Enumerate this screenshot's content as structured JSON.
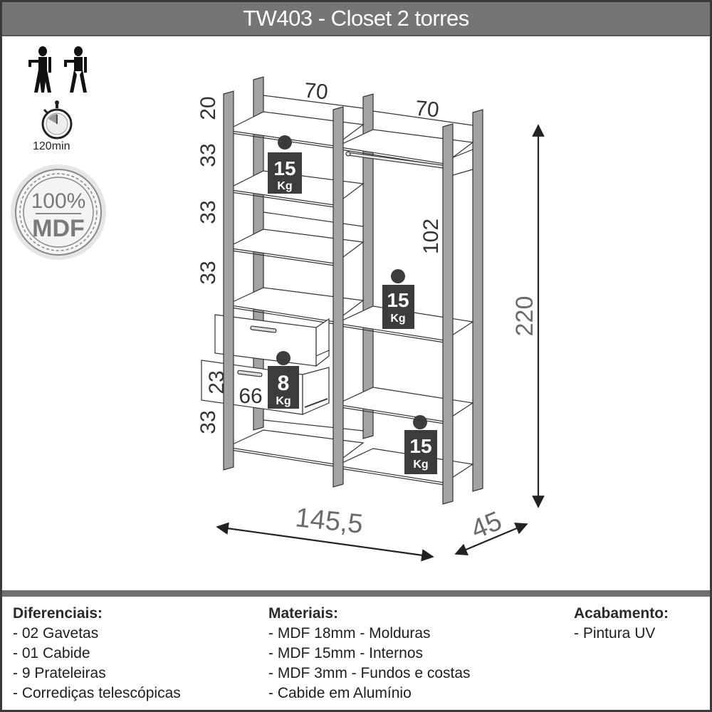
{
  "header": {
    "title": "TW403 - Closet 2 torres"
  },
  "badges": {
    "people_icon": "two-people-assembly-icon",
    "people_count": 2,
    "stopwatch_icon": "stopwatch-icon",
    "assembly_time": "120min",
    "mdf_seal_top": "100%",
    "mdf_seal_bottom": "MDF"
  },
  "dimensions": {
    "tower_width_left": "70",
    "tower_width_right": "70",
    "top_gap": "20",
    "shelf_gap_1": "33",
    "shelf_gap_2": "33",
    "shelf_gap_3": "33",
    "shelf_gap_4": "33",
    "drawer_height": "23",
    "drawer_width": "66",
    "hanging_height": "102",
    "total_height": "220",
    "total_width": "145,5",
    "depth": "45"
  },
  "weight_labels": [
    {
      "value": "15",
      "unit": "Kg",
      "location": "left tower upper shelf"
    },
    {
      "value": "15",
      "unit": "Kg",
      "location": "right tower middle shelf"
    },
    {
      "value": "8",
      "unit": "Kg",
      "location": "drawer"
    },
    {
      "value": "15",
      "unit": "Kg",
      "location": "right tower lower shelf"
    }
  ],
  "specs": {
    "diferenciais": {
      "heading": "Diferenciais:",
      "items": [
        "- 02 Gavetas",
        "- 01 Cabide",
        "- 9 Prateleiras",
        "- Corrediças telescópicas"
      ]
    },
    "materiais": {
      "heading": "Materiais:",
      "items": [
        "- MDF 18mm - Molduras",
        "- MDF 15mm - Internos",
        "- MDF 3mm - Fundos e costas",
        "- Cabide em Alumínio"
      ]
    },
    "acabamento": {
      "heading": "Acabamento:",
      "items": [
        "- Pintura UV"
      ]
    }
  },
  "colors": {
    "title_bar": "#757575",
    "frame_border": "#3a3a3a",
    "post_fill": "#a3a3a3",
    "weight_tag": "#3c3c3c",
    "dim_text": "#6b6b6b"
  }
}
